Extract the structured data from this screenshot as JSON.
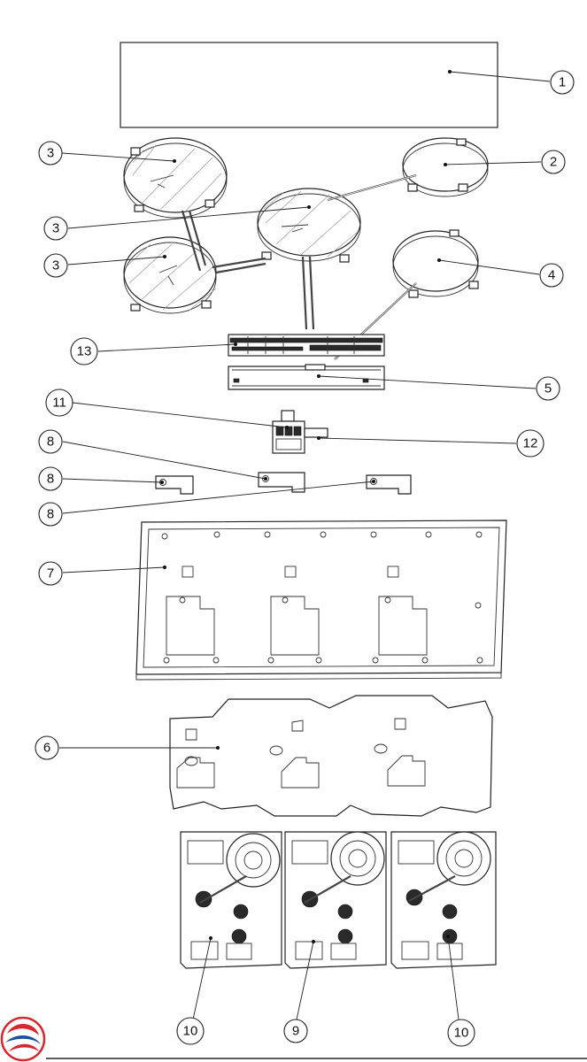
{
  "diagram": {
    "callouts": [
      "1",
      "2",
      "3",
      "3",
      "3",
      "4",
      "13",
      "5",
      "11",
      "12",
      "8",
      "8",
      "8",
      "7",
      "6",
      "10",
      "9",
      "10"
    ]
  },
  "logo": {
    "name": "brand-swirl-logo",
    "colors": [
      "#d7262d",
      "#1d4f9c"
    ]
  }
}
